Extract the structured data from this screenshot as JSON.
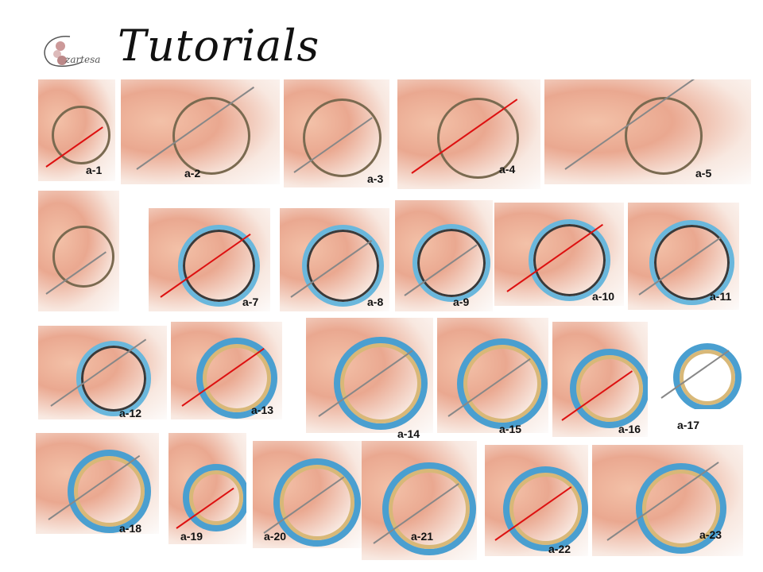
{
  "header": {
    "logo_text": "zartesa",
    "title": "Tutorials"
  },
  "colors": {
    "bead_blue": "#6ab7dc",
    "thread_red": "#d11111",
    "skin": "#eaa890",
    "gold": "#d8b878"
  },
  "steps": [
    {
      "label": "a-1"
    },
    {
      "label": "a-2"
    },
    {
      "label": "a-3"
    },
    {
      "label": "a-4"
    },
    {
      "label": "a-5"
    },
    {
      "label": ""
    },
    {
      "label": "a-7"
    },
    {
      "label": "a-8"
    },
    {
      "label": "a-9"
    },
    {
      "label": "a-10"
    },
    {
      "label": "a-11"
    },
    {
      "label": "a-12"
    },
    {
      "label": "a-13"
    },
    {
      "label": "a-14"
    },
    {
      "label": "a-15"
    },
    {
      "label": "a-16"
    },
    {
      "label": "a-17"
    },
    {
      "label": "a-18"
    },
    {
      "label": "a-19"
    },
    {
      "label": "a-20"
    },
    {
      "label": "a-21"
    },
    {
      "label": "a-22"
    },
    {
      "label": "a-23"
    }
  ]
}
